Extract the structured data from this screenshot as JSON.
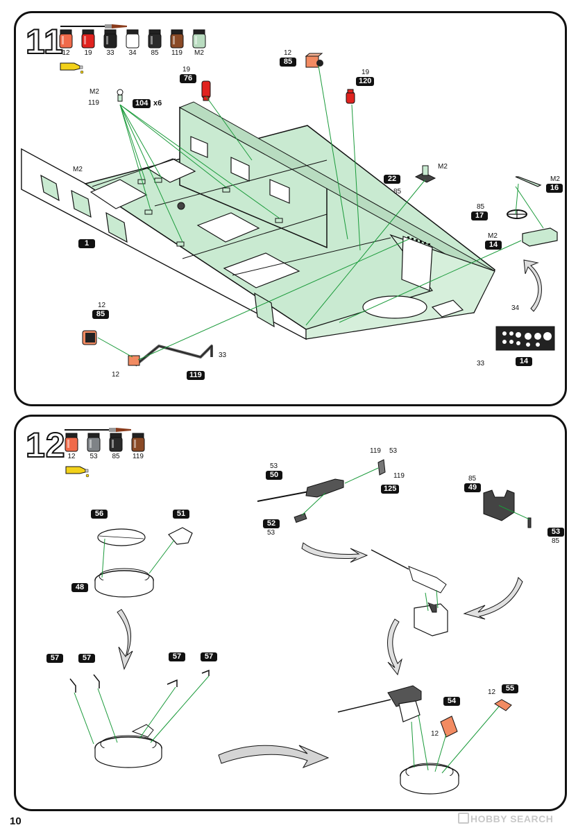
{
  "step11": {
    "number": "11",
    "paints": [
      {
        "code": "12",
        "color": "#f06a4a"
      },
      {
        "code": "19",
        "color": "#e0231f"
      },
      {
        "code": "33",
        "color": "#222222"
      },
      {
        "code": "34",
        "color": "#ffffff"
      },
      {
        "code": "85",
        "color": "#2a2a2a"
      },
      {
        "code": "119",
        "color": "#8a4a26"
      },
      {
        "code": "M2",
        "color": "#b9dcc0"
      }
    ],
    "parts": {
      "p1": "1",
      "p104": "104",
      "p76": "76",
      "p85a": "85",
      "p120": "120",
      "p22": "22",
      "p16": "16",
      "p17": "17",
      "p14a": "14",
      "p85b": "85",
      "p119": "119",
      "p14b": "14"
    },
    "labels": {
      "m2_hull": "M2",
      "m2_104": "M2",
      "c119_104": "119",
      "x6": "x6",
      "c19_76": "19",
      "c12_85": "12",
      "c19_120": "19",
      "m2_22": "M2",
      "c85_22": "85",
      "m2_16": "M2",
      "c85_17": "85",
      "m2_14": "M2",
      "c12_85b": "12",
      "c12_119": "12",
      "c33_119": "33",
      "c34": "34",
      "c33_14": "33"
    }
  },
  "step12": {
    "number": "12",
    "paints": [
      {
        "code": "12",
        "color": "#f06a4a"
      },
      {
        "code": "53",
        "color": "#7f8387"
      },
      {
        "code": "85",
        "color": "#2a2a2a"
      },
      {
        "code": "119",
        "color": "#8a4a26"
      }
    ],
    "parts": {
      "p56": "56",
      "p51": "51",
      "p48": "48",
      "p57a": "57",
      "p57b": "57",
      "p57c": "57",
      "p57d": "57",
      "p50": "50",
      "p52": "52",
      "p125": "125",
      "p49": "49",
      "p53": "53",
      "p54": "54",
      "p55": "55"
    },
    "labels": {
      "c53_50": "53",
      "c53_52": "53",
      "c119_125a": "119",
      "c53_125": "53",
      "c119_125b": "119",
      "c85_49": "85",
      "c85_53": "85",
      "c12_54": "12",
      "c12_55": "12"
    }
  },
  "footer": {
    "page_number": "10",
    "watermark": "HOBBY SEARCH"
  }
}
